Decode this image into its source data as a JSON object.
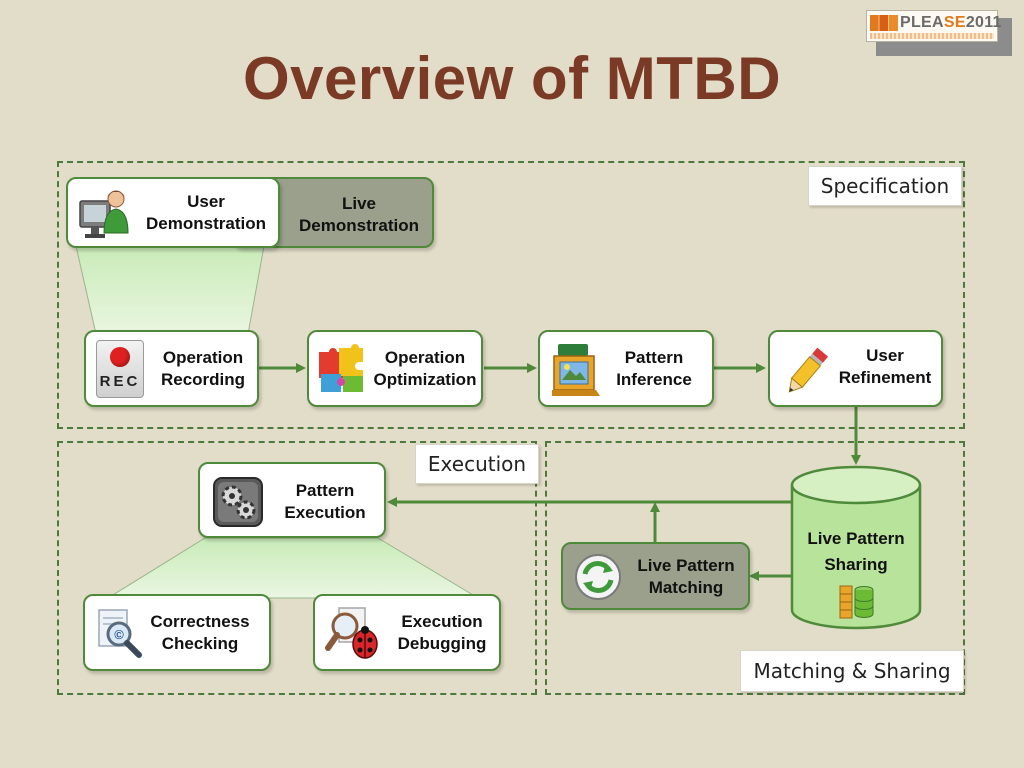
{
  "title": "Overview of MTBD",
  "logo": {
    "prefix": "PLEA",
    "highlight": "SE",
    "suffix": "2011"
  },
  "regions": {
    "specification": "Specification",
    "execution": "Execution",
    "matching_sharing": "Matching & Sharing"
  },
  "nodes": {
    "user_demonstration": {
      "line1": "User",
      "line2": "Demonstration"
    },
    "live_demonstration": {
      "line1": "Live",
      "line2": "Demonstration"
    },
    "operation_recording": {
      "line1": "Operation",
      "line2": "Recording",
      "icon_text": "REC"
    },
    "operation_optimization": {
      "line1": "Operation",
      "line2": "Optimization"
    },
    "pattern_inference": {
      "line1": "Pattern",
      "line2": "Inference"
    },
    "user_refinement": {
      "line1": "User",
      "line2": "Refinement"
    },
    "pattern_execution": {
      "line1": "Pattern",
      "line2": "Execution"
    },
    "correctness_checking": {
      "line1": "Correctness",
      "line2": "Checking"
    },
    "execution_debugging": {
      "line1": "Execution",
      "line2": "Debugging"
    },
    "live_pattern_matching": {
      "line1": "Live Pattern",
      "line2": "Matching"
    },
    "live_pattern_sharing": {
      "line1": "Live Pattern",
      "line2": "Sharing"
    }
  },
  "icons": {
    "user_demonstration": "user-at-computer-icon",
    "operation_recording": "record-icon",
    "operation_optimization": "puzzle-icon",
    "pattern_inference": "pattern-folder-icon",
    "user_refinement": "pencil-icon",
    "pattern_execution": "gears-icon",
    "correctness_checking": "magnifier-document-icon",
    "execution_debugging": "bug-magnifier-icon",
    "live_pattern_matching": "sync-arrows-icon",
    "live_pattern_sharing": "database-icon"
  },
  "colors": {
    "background": "#e2ddc8",
    "title": "#7a3a26",
    "accent_green": "#4f8a3b",
    "gray_box": "#9aa08b",
    "cylinder": "#b8e39a"
  }
}
